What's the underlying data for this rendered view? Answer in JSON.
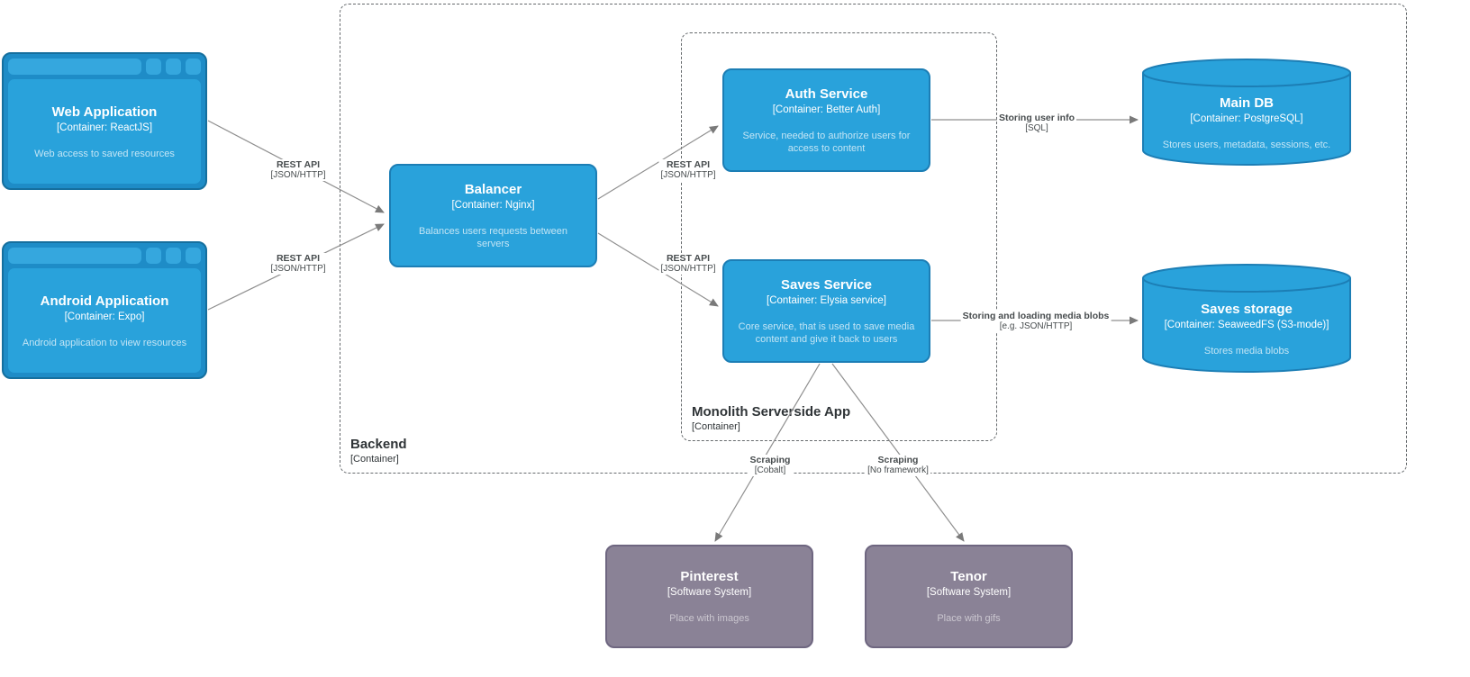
{
  "nodes": {
    "web_app": {
      "title": "Web Application",
      "subtitle": "[Container: ReactJS]",
      "description": "Web access to saved resources"
    },
    "android_app": {
      "title": "Android Application",
      "subtitle": "[Container: Expo]",
      "description": "Android application to view resources"
    },
    "balancer": {
      "title": "Balancer",
      "subtitle": "[Container: Nginx]",
      "description": "Balances users requests between servers"
    },
    "auth_service": {
      "title": "Auth Service",
      "subtitle": "[Container: Better Auth]",
      "description": "Service, needed to authorize users for access to content"
    },
    "saves_service": {
      "title": "Saves Service",
      "subtitle": "[Container: Elysia service]",
      "description": "Core service, that is used to save media content and give it back to users"
    },
    "main_db": {
      "title": "Main DB",
      "subtitle": "[Container: PostgreSQL]",
      "description": "Stores users, metadata, sessions, etc."
    },
    "saves_storage": {
      "title": "Saves storage",
      "subtitle": "[Container: SeaweedFS (S3-mode)]",
      "description": "Stores media blobs"
    },
    "pinterest": {
      "title": "Pinterest",
      "subtitle": "[Software System]",
      "description": "Place with images"
    },
    "tenor": {
      "title": "Tenor",
      "subtitle": "[Software System]",
      "description": "Place with gifs"
    }
  },
  "boundaries": {
    "backend": {
      "title": "Backend",
      "subtitle": "[Container]"
    },
    "monolith": {
      "title": "Monolith Serverside App",
      "subtitle": "[Container]"
    }
  },
  "edges": {
    "web_to_balancer": {
      "label": "REST API",
      "tech": "[JSON/HTTP]"
    },
    "android_to_balancer": {
      "label": "REST API",
      "tech": "[JSON/HTTP]"
    },
    "balancer_to_auth": {
      "label": "REST API",
      "tech": "[JSON/HTTP]"
    },
    "balancer_to_saves": {
      "label": "REST API",
      "tech": "[JSON/HTTP]"
    },
    "auth_to_maindb": {
      "label": "Storing user info",
      "tech": "[SQL]"
    },
    "saves_to_storage": {
      "label": "Storing and loading media blobs",
      "tech": "[e.g. JSON/HTTP]"
    },
    "saves_to_pinterest": {
      "label": "Scraping",
      "tech": "[Cobalt]"
    },
    "saves_to_tenor": {
      "label": "Scraping",
      "tech": "[No framework]"
    }
  },
  "colors": {
    "container_fill": "#29A2DB",
    "container_border": "#1C7EB5",
    "external_fill": "#8A8296",
    "external_border": "#6E6680",
    "edge_line": "#8f8f8f"
  }
}
